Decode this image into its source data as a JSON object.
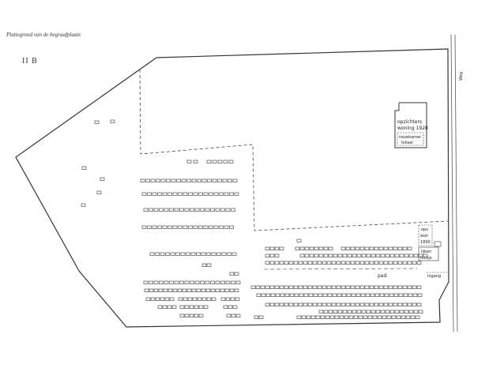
{
  "title": "Plattegrond van de begraafplaats",
  "section": "II B",
  "road": "Weg",
  "buildings": {
    "opzichter_line1": "opzichters",
    "opzichter_line2": "woning 1928",
    "room_line1": "rouwkamer",
    "room_line2": "lokaal",
    "opz_line1": "opz",
    "opz_line2": "won",
    "opz_line3": "1890",
    "lijk_line1": "lijken",
    "lijk_line2": "huisje"
  },
  "labels": {
    "path": "pad",
    "entrance": "ingang"
  },
  "colors": {
    "ink": "#333333",
    "paper": "#ffffff"
  }
}
